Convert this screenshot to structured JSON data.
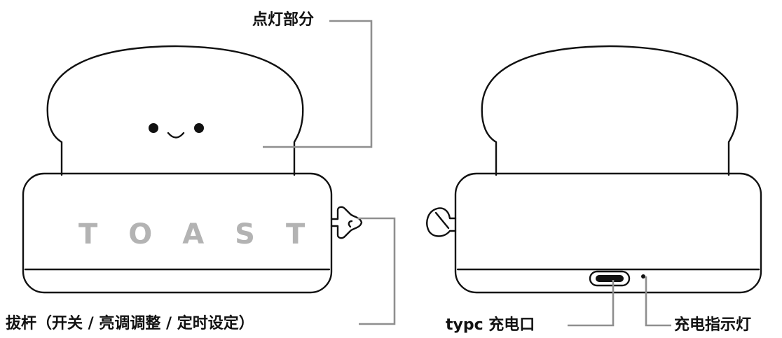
{
  "labels": {
    "lamp_part": "点灯部分",
    "pull_lever": "拔杆（开关 / 亮调调整 / 定时设定）",
    "typec_port": "typc 充电口",
    "charge_indicator": "充电指示灯"
  },
  "device": {
    "brand_text": "TOAST"
  },
  "colors": {
    "ink": "#111111",
    "leader_line": "#8f8f8f",
    "brand_text": "#b3b3b3"
  }
}
